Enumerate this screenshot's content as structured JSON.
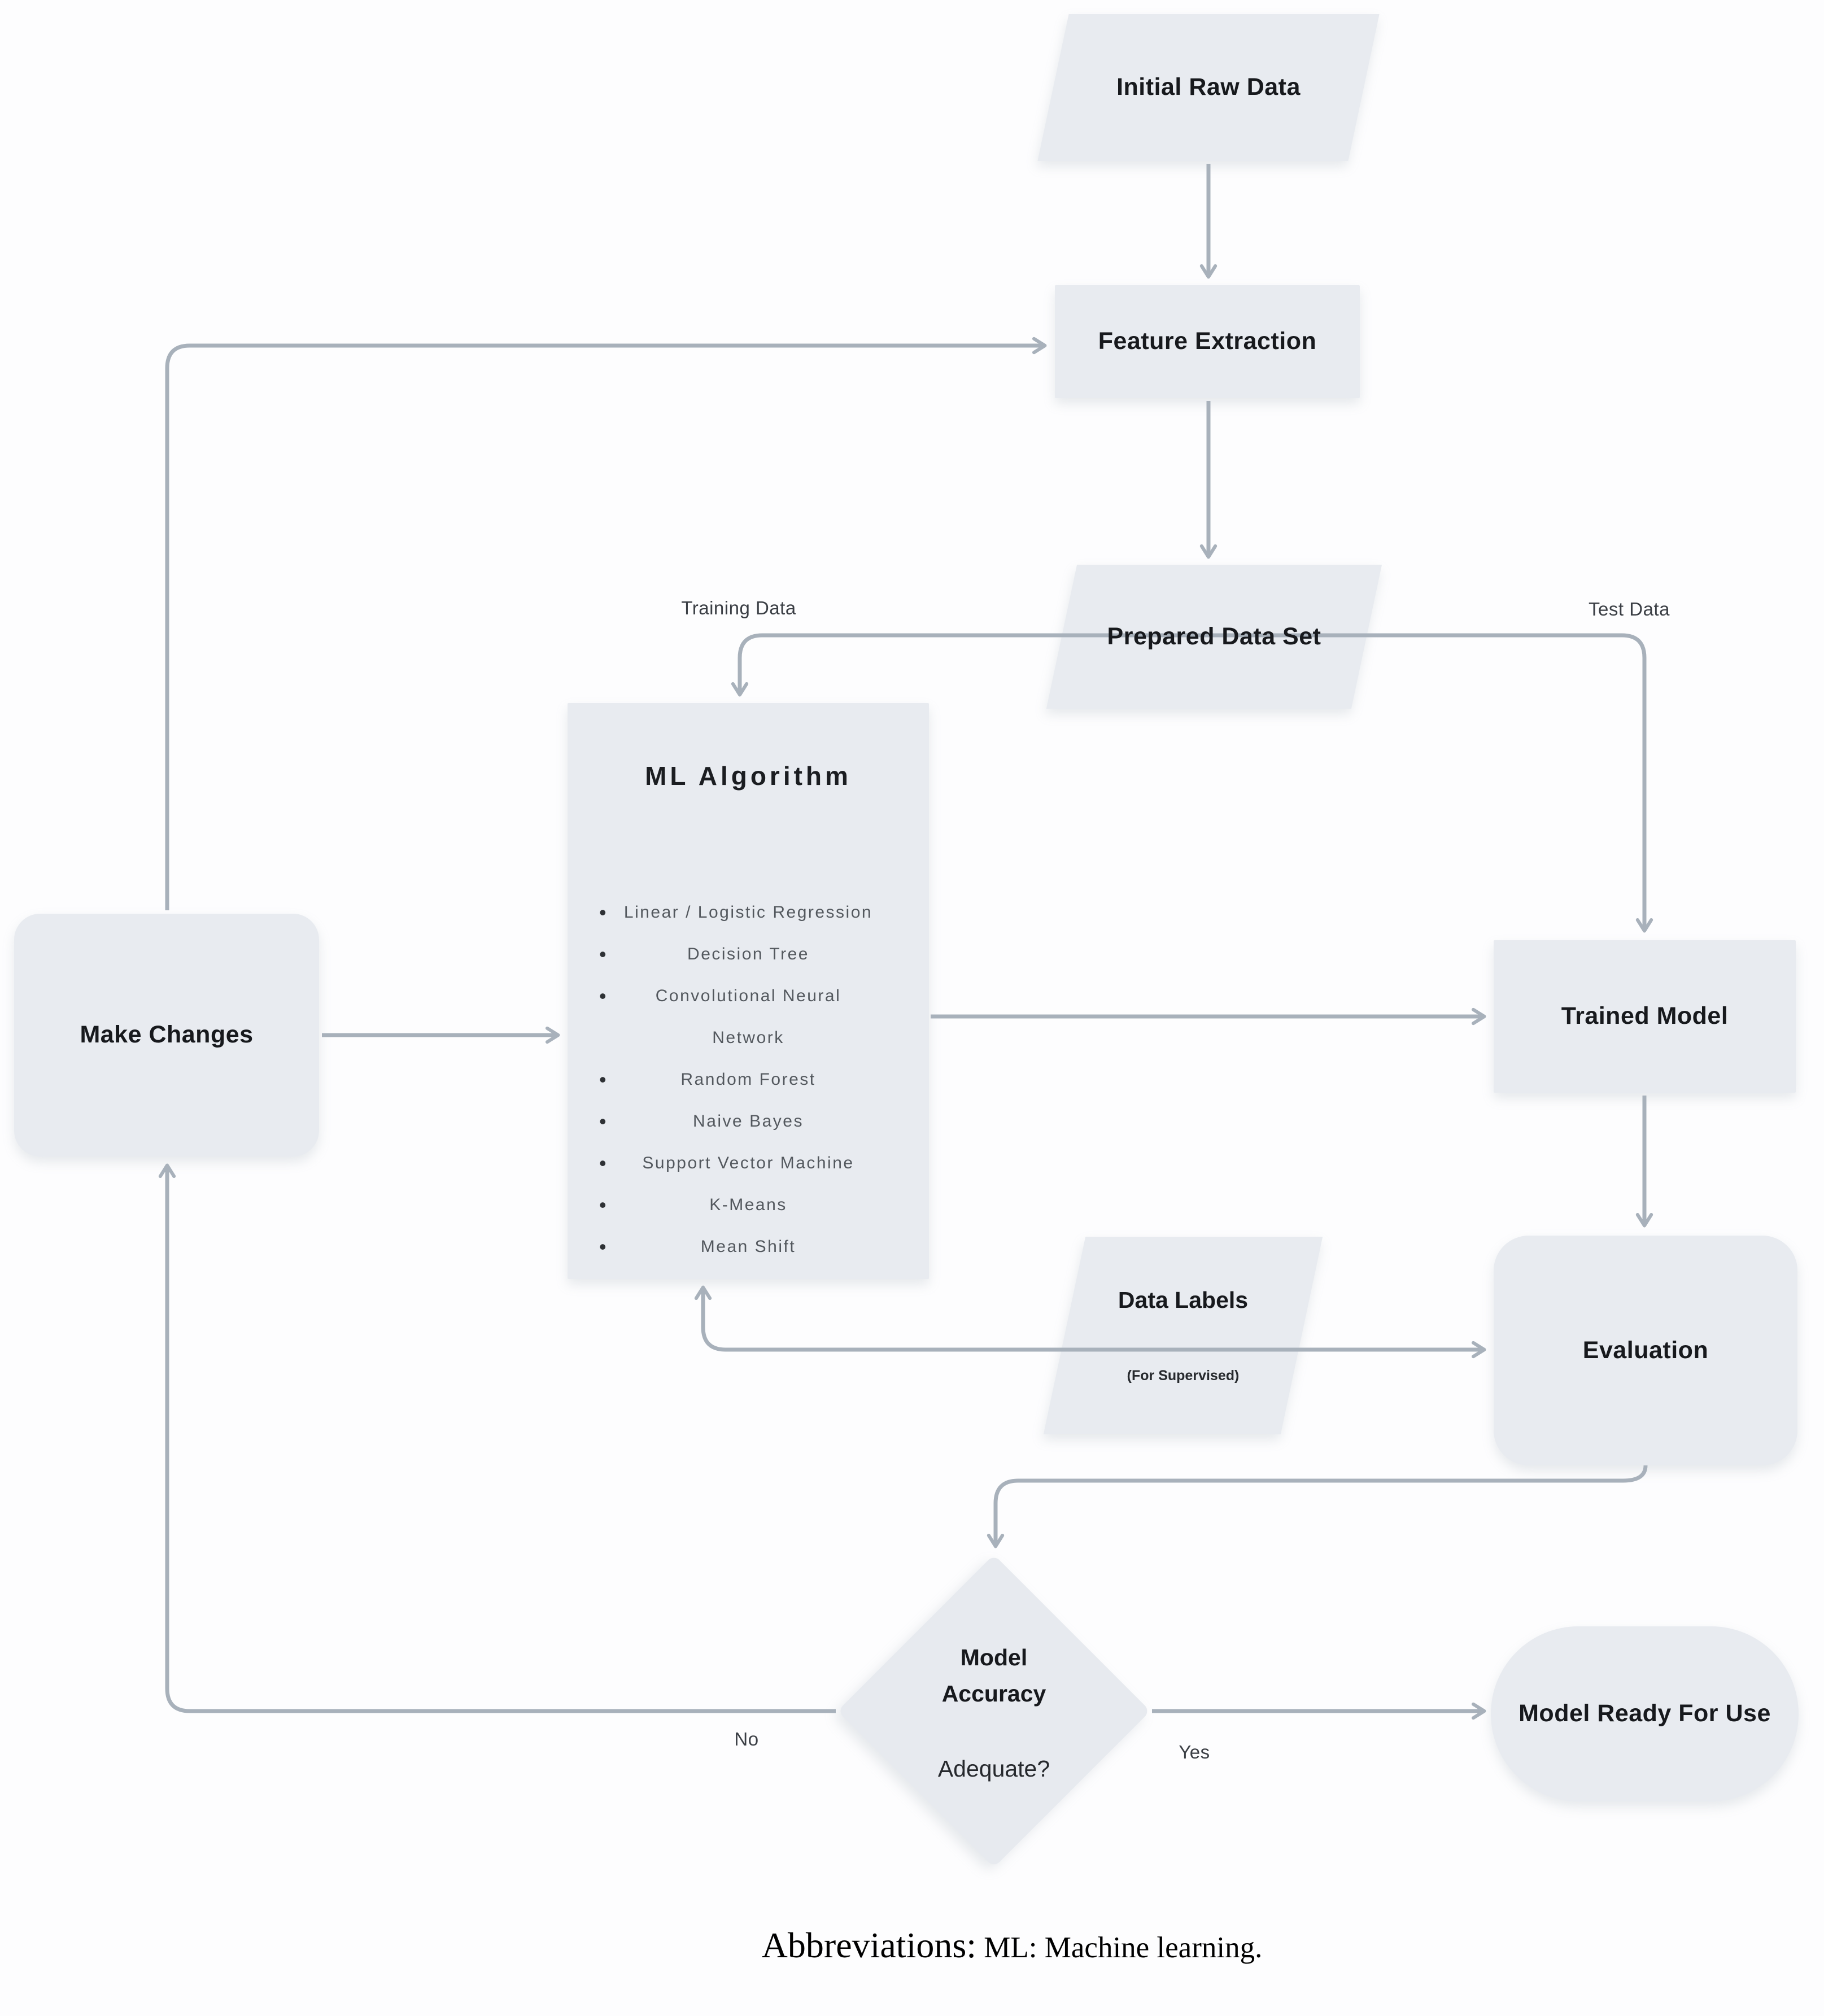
{
  "diagram": {
    "nodes": {
      "initial_raw_data": {
        "label": "Initial Raw Data"
      },
      "feature_extraction": {
        "label": "Feature Extraction"
      },
      "prepared_data_set": {
        "label": "Prepared Data Set"
      },
      "ml_algorithm": {
        "title": "ML Algorithm",
        "items": [
          "Linear / Logistic Regression",
          "Decision Tree",
          "Convolutional Neural Network",
          "Random Forest",
          "Naive Bayes",
          "Support Vector Machine",
          "K-Means",
          "Mean Shift"
        ]
      },
      "make_changes": {
        "label": "Make Changes"
      },
      "trained_model": {
        "label": "Trained Model"
      },
      "data_labels": {
        "label": "Data Labels",
        "sublabel": "(For Supervised)"
      },
      "evaluation": {
        "label": "Evaluation"
      },
      "decision": {
        "line1": "Model",
        "line2": "Accuracy",
        "line3": "Adequate?"
      },
      "model_ready": {
        "label": "Model Ready For Use"
      }
    },
    "edge_labels": {
      "training_data": "Training Data",
      "test_data": "Test Data",
      "no": "No",
      "yes": "Yes"
    },
    "colors": {
      "node_fill": "#e8ebf0",
      "arrow": "#a8b1bb",
      "node_text": "#17191d",
      "list_text": "#53585e",
      "background": "#fdfdfe"
    }
  },
  "caption": {
    "prefix": "Abbreviations:",
    "text": " ML: Machine learning."
  }
}
